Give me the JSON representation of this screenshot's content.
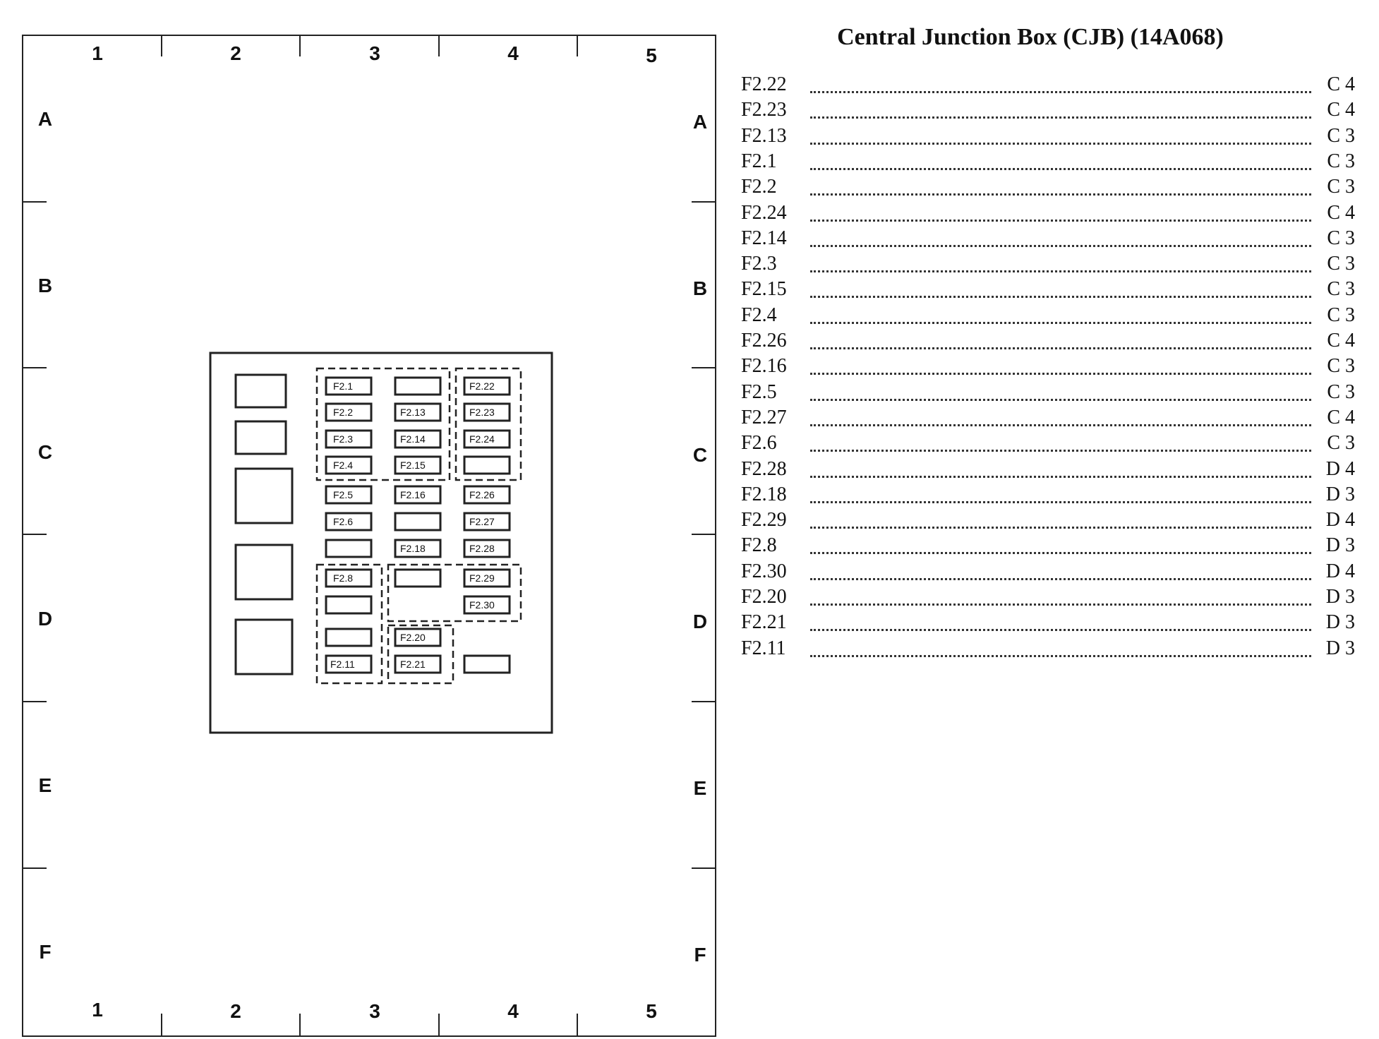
{
  "title": "Central Junction Box (CJB) (14A068)",
  "grid": {
    "columns": [
      "1",
      "2",
      "3",
      "4",
      "5"
    ],
    "rows": [
      "A",
      "B",
      "C",
      "D",
      "E",
      "F"
    ]
  },
  "fuse_labels": {
    "f2_1": "F2.1",
    "f2_2": "F2.2",
    "f2_3": "F2.3",
    "f2_4": "F2.4",
    "f2_5": "F2.5",
    "f2_6": "F2.6",
    "f2_8": "F2.8",
    "f2_11": "F2.11",
    "f2_13": "F2.13",
    "f2_14": "F2.14",
    "f2_15": "F2.15",
    "f2_16": "F2.16",
    "f2_18": "F2.18",
    "f2_20": "F2.20",
    "f2_21": "F2.21",
    "f2_22": "F2.22",
    "f2_23": "F2.23",
    "f2_24": "F2.24",
    "f2_26": "F2.26",
    "f2_27": "F2.27",
    "f2_28": "F2.28",
    "f2_29": "F2.29",
    "f2_30": "F2.30"
  },
  "index": [
    {
      "fuse": "F2.22",
      "location": "C 4"
    },
    {
      "fuse": "F2.23",
      "location": "C 4"
    },
    {
      "fuse": "F2.13",
      "location": "C 3"
    },
    {
      "fuse": "F2.1",
      "location": "C 3"
    },
    {
      "fuse": "F2.2",
      "location": "C 3"
    },
    {
      "fuse": "F2.24",
      "location": "C 4"
    },
    {
      "fuse": "F2.14",
      "location": "C 3"
    },
    {
      "fuse": "F2.3",
      "location": "C 3"
    },
    {
      "fuse": "F2.15",
      "location": "C 3"
    },
    {
      "fuse": "F2.4",
      "location": "C 3"
    },
    {
      "fuse": "F2.26",
      "location": "C 4"
    },
    {
      "fuse": "F2.16",
      "location": "C 3"
    },
    {
      "fuse": "F2.5",
      "location": "C 3"
    },
    {
      "fuse": "F2.27",
      "location": "C 4"
    },
    {
      "fuse": "F2.6",
      "location": "C 3"
    },
    {
      "fuse": "F2.28",
      "location": "D 4"
    },
    {
      "fuse": "F2.18",
      "location": "D 3"
    },
    {
      "fuse": "F2.29",
      "location": "D 4"
    },
    {
      "fuse": "F2.8",
      "location": "D 3"
    },
    {
      "fuse": "F2.30",
      "location": "D 4"
    },
    {
      "fuse": "F2.20",
      "location": "D 3"
    },
    {
      "fuse": "F2.21",
      "location": "D 3"
    },
    {
      "fuse": "F2.11",
      "location": "D 3"
    }
  ]
}
